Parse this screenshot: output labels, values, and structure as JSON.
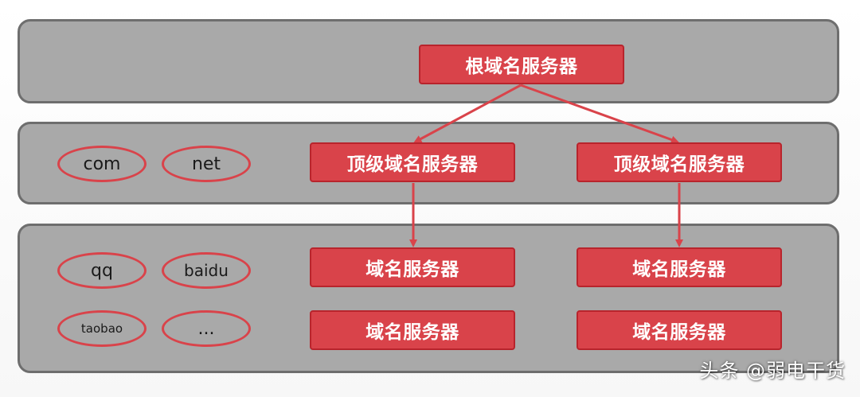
{
  "tiers": {
    "root": {
      "label": "根域名服务器"
    },
    "tld": {
      "domains": [
        "com",
        "net"
      ],
      "servers": [
        "顶级域名服务器",
        "顶级域名服务器"
      ]
    },
    "second": {
      "domains": [
        "qq",
        "baidu",
        "taobao",
        "..."
      ],
      "servers": [
        "域名服务器",
        "域名服务器",
        "域名服务器",
        "域名服务器"
      ]
    }
  },
  "colors": {
    "server_fill": "#d9434a",
    "server_border": "#b8242c",
    "band_fill": "#a9a9a9",
    "arrow": "#d9434a"
  },
  "watermark": "头条 @弱电干货"
}
